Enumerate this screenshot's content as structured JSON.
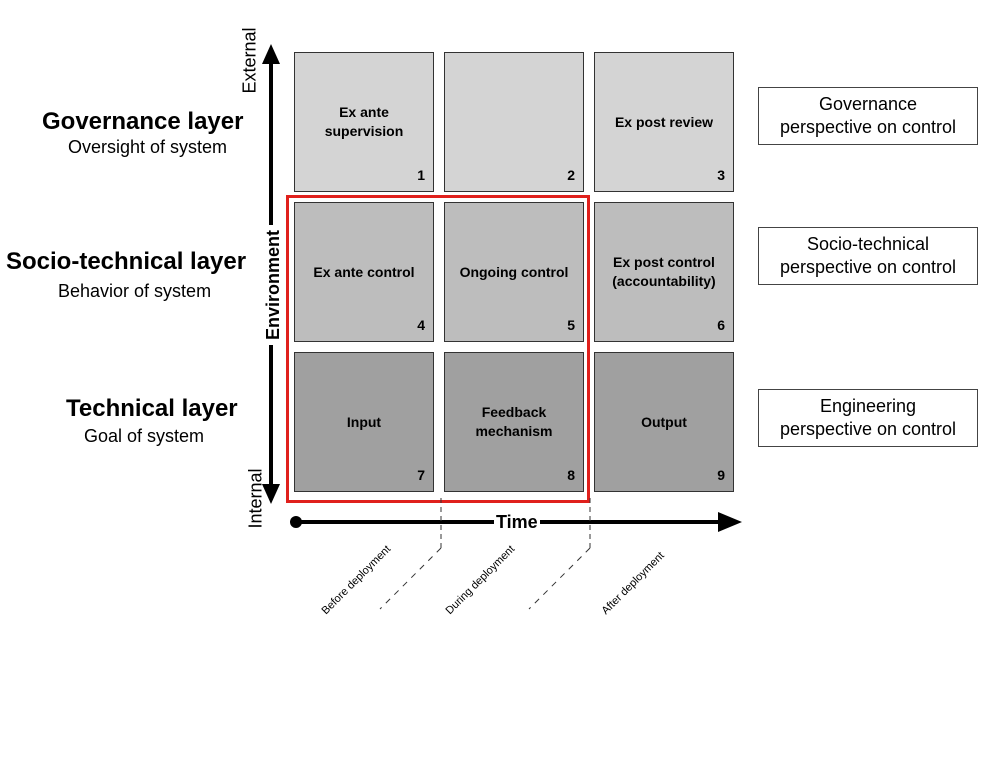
{
  "layers": [
    {
      "title": "Governance layer",
      "subtitle": "Oversight of system"
    },
    {
      "title": "Socio-technical layer",
      "subtitle": "Behavior of system"
    },
    {
      "title": "Technical layer",
      "subtitle": "Goal of system"
    }
  ],
  "vertical_axis": {
    "label": "Environment",
    "top": "External",
    "bottom": "Internal"
  },
  "horizontal_axis": {
    "label": "Time",
    "phases": [
      "Before deployment",
      "During deployment",
      "After deployment"
    ]
  },
  "cells": [
    {
      "label": "Ex ante\nsupervision",
      "number": "1",
      "color": "#d4d4d4"
    },
    {
      "label": "",
      "number": "2",
      "color": "#d4d4d4"
    },
    {
      "label": "Ex post review",
      "number": "3",
      "color": "#d4d4d4"
    },
    {
      "label": "Ex ante control",
      "number": "4",
      "color": "#bdbdbd"
    },
    {
      "label": "Ongoing control",
      "number": "5",
      "color": "#bdbdbd"
    },
    {
      "label": "Ex post control\n(accountability)",
      "number": "6",
      "color": "#bdbdbd"
    },
    {
      "label": "Input",
      "number": "7",
      "color": "#a0a0a0"
    },
    {
      "label": "Feedback\nmechanism",
      "number": "8",
      "color": "#a0a0a0"
    },
    {
      "label": "Output",
      "number": "9",
      "color": "#a0a0a0"
    }
  ],
  "perspectives": [
    {
      "line1": "Governance",
      "line2": "perspective on control"
    },
    {
      "line1": "Socio-technical",
      "line2": "perspective on control"
    },
    {
      "line1": "Engineering",
      "line2": "perspective on control"
    }
  ],
  "highlight_color": "#e0201c"
}
